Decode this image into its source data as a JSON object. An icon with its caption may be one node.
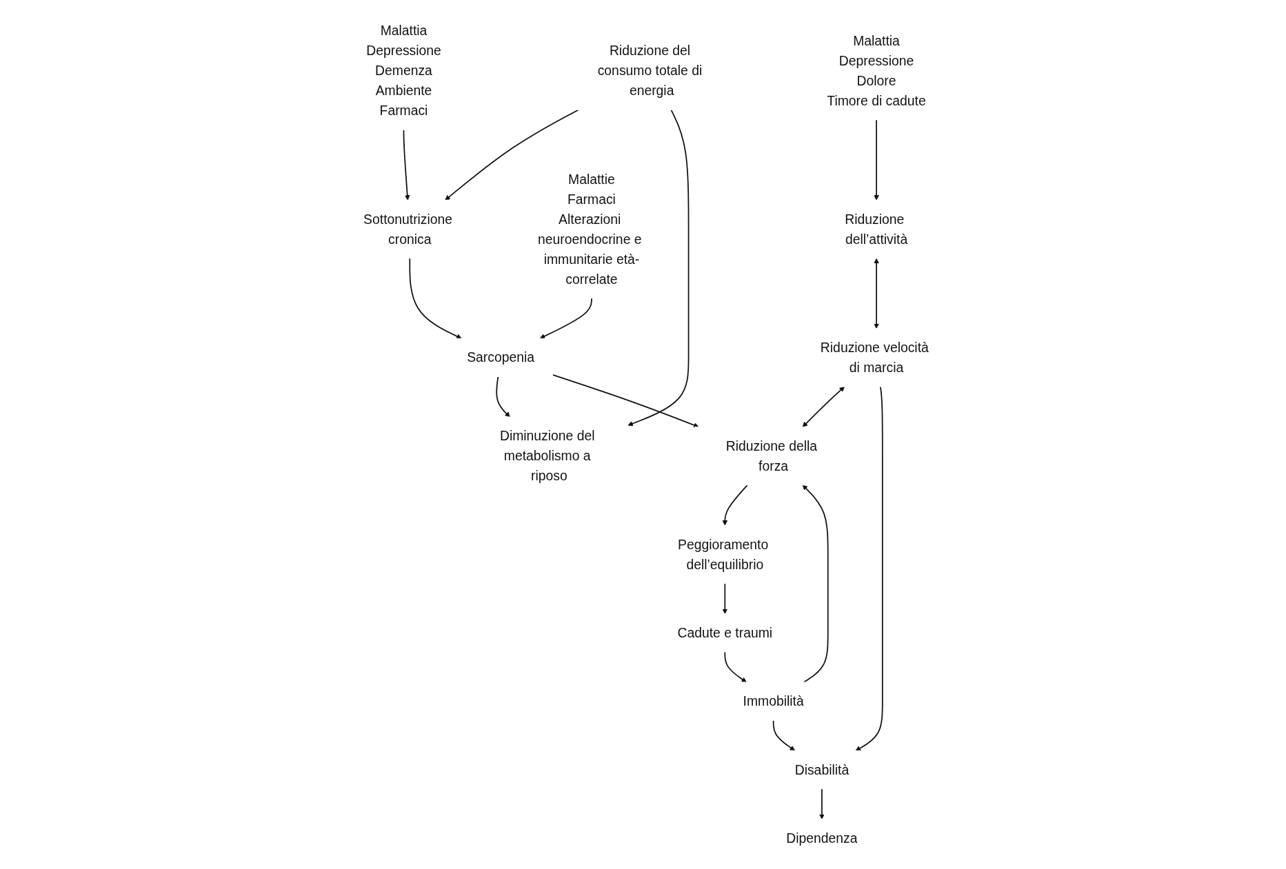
{
  "diagram": {
    "nodes": [
      {
        "text": [
          "Malattia",
          "Depressione",
          "Demenza",
          "Ambiente",
          "Farmaci"
        ]
      },
      {
        "text": [
          "Sottonutrizione cronica"
        ]
      },
      {
        "text": [
          "Malattie",
          "Farmaci",
          "Alterazioni neuroendocrine e immunitarie età-correlate"
        ]
      },
      {
        "text": [
          "Sarcopenia"
        ]
      },
      {
        "text": [
          "Riduzione del consumo totale di energia"
        ]
      },
      {
        "text": [
          "Diminuzione del metabolismo a riposo"
        ]
      },
      {
        "text": [
          "Riduzione dell’attività"
        ]
      },
      {
        "text": [
          "Malattia",
          "Depressione",
          "Dolore",
          "Timore di cadute"
        ]
      },
      {
        "text": [
          "Riduzione velocità di marcia"
        ]
      },
      {
        "text": [
          "Riduzione della forza"
        ]
      },
      {
        "text": [
          "Disabilità"
        ]
      },
      {
        "text": [
          "Immobilità"
        ]
      },
      {
        "text": [
          "Peggioramento dell’equilibrio"
        ]
      },
      {
        "text": [
          "Dipendenza"
        ]
      },
      {
        "text": [
          "Cadute e traumi"
        ]
      }
    ],
    "edges": [
      {
        "from": 0,
        "to": 1,
        "arrow": "to"
      },
      {
        "from": 4,
        "to": 1,
        "arrow": "to"
      },
      {
        "from": 1,
        "to": 3,
        "arrow": "to"
      },
      {
        "from": 2,
        "to": 3,
        "arrow": "to"
      },
      {
        "from": 3,
        "to": 5,
        "arrow": "to"
      },
      {
        "from": 4,
        "to": 5,
        "arrow": "to"
      },
      {
        "from": 3,
        "to": 9,
        "arrow": "to"
      },
      {
        "from": 7,
        "to": 6,
        "arrow": "to"
      },
      {
        "from": 6,
        "to": 8,
        "arrow": "both"
      },
      {
        "from": 8,
        "to": 9,
        "arrow": "both"
      },
      {
        "from": 8,
        "to": 10,
        "arrow": "to"
      },
      {
        "from": 11,
        "to": 10,
        "arrow": "to"
      },
      {
        "from": 10,
        "to": 13,
        "arrow": "to"
      },
      {
        "from": 9,
        "to": 12,
        "arrow": "to"
      },
      {
        "from": 12,
        "to": 14,
        "arrow": "to"
      },
      {
        "from": 14,
        "to": 11,
        "arrow": "to"
      },
      {
        "from": 11,
        "to": 9,
        "arrow": "to"
      }
    ]
  }
}
